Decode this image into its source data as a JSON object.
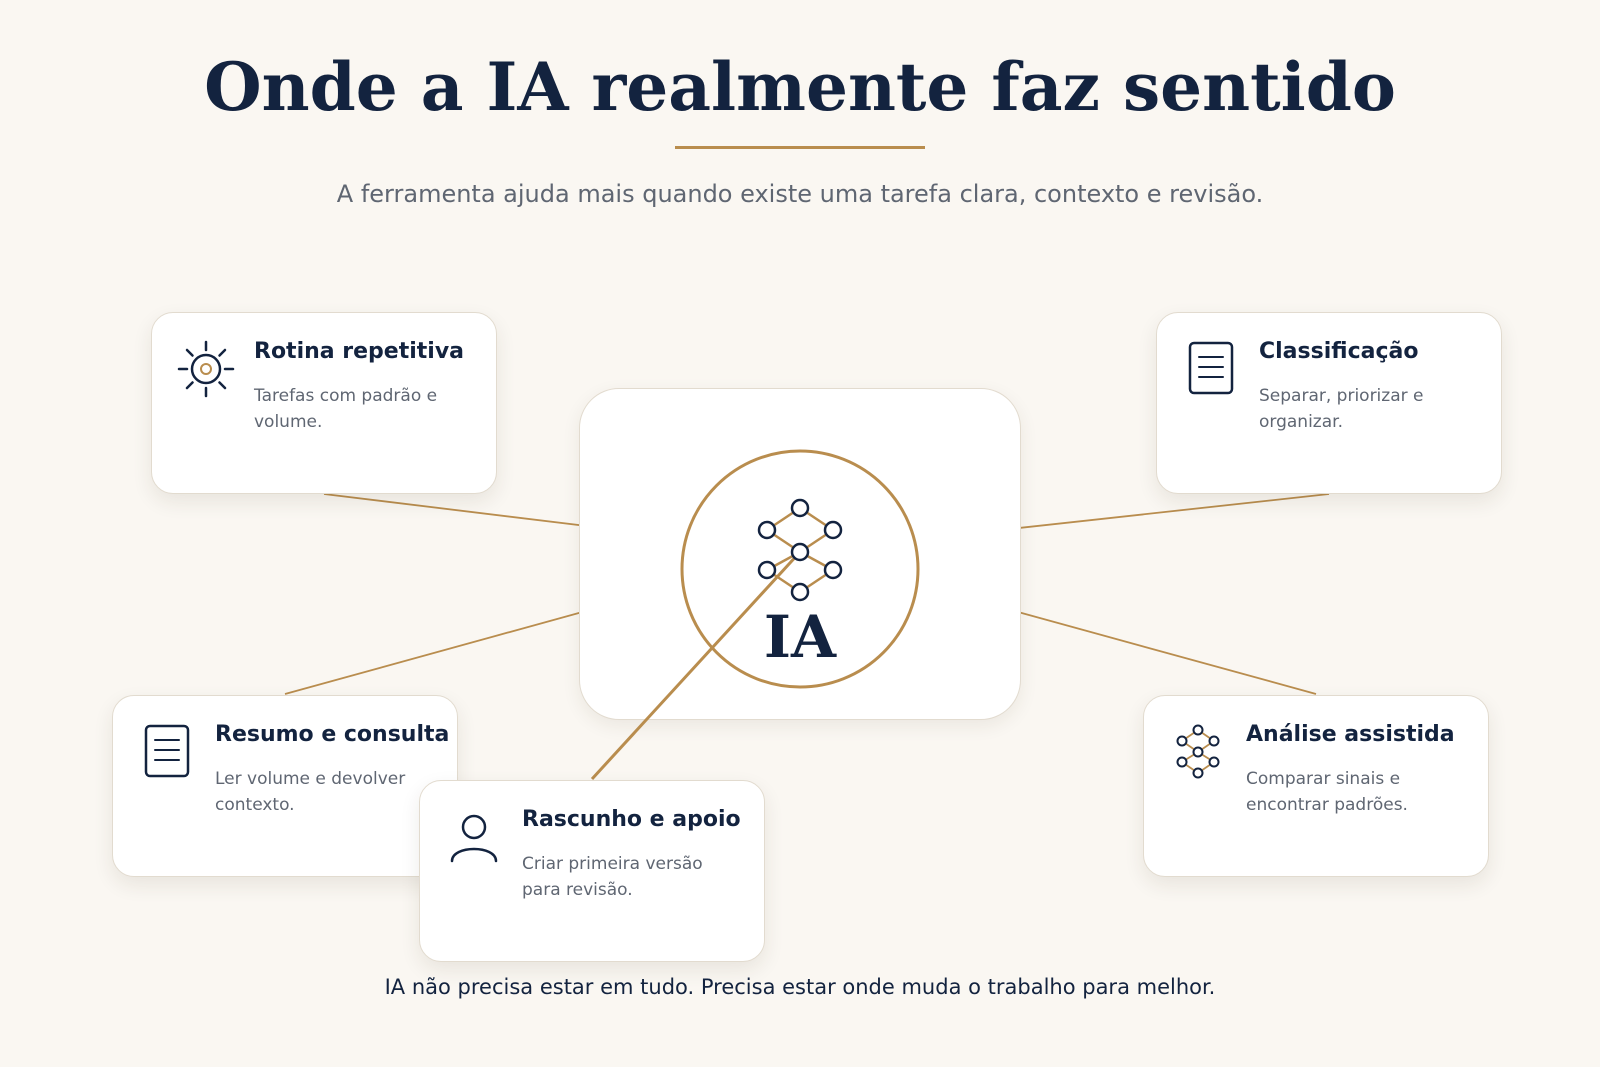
{
  "header": {
    "title": "Onde a IA realmente faz sentido",
    "subtitle": "A ferramenta ajuda mais quando existe uma tarefa clara, contexto e revisão."
  },
  "center": {
    "label": "IA",
    "icon": "network-icon"
  },
  "cards": {
    "rotina": {
      "title": "Rotina repetitiva",
      "description": "Tarefas com padrão e volume.",
      "icon": "gear-icon"
    },
    "classificacao": {
      "title": "Classificação",
      "description": "Separar, priorizar e organizar.",
      "icon": "document-icon"
    },
    "resumo": {
      "title": "Resumo e consulta",
      "description": "Ler volume e devolver contexto.",
      "icon": "document-icon"
    },
    "rascunho": {
      "title": "Rascunho e apoio",
      "description": "Criar primeira versão para revisão.",
      "icon": "user-icon"
    },
    "analise": {
      "title": "Análise assistida",
      "description": "Comparar sinais e encontrar padrões.",
      "icon": "network-icon"
    }
  },
  "footer": {
    "text": "IA não precisa estar em tudo. Precisa estar onde muda o trabalho para melhor."
  },
  "colors": {
    "navy": "#13233f",
    "gold": "#b98d4e",
    "muted": "#5f6672",
    "background": "#faf7f2"
  }
}
